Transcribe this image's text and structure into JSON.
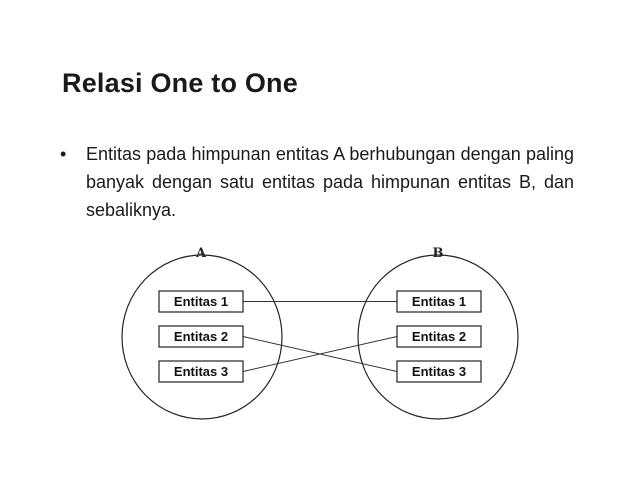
{
  "slide": {
    "title": "Relasi One to One",
    "bullet_symbol": "•",
    "bullet_text": "Entitas pada himpunan entitas A berhubungan dengan paling banyak dengan satu entitas pada himpunan entitas B, dan sebaliknya."
  },
  "diagram": {
    "set_a": {
      "label": "A",
      "entities": [
        "Entitas 1",
        "Entitas 2",
        "Entitas 3"
      ]
    },
    "set_b": {
      "label": "B",
      "entities": [
        "Entitas 1",
        "Entitas 2",
        "Entitas 3"
      ]
    },
    "relations": [
      {
        "from": 0,
        "to": 0
      },
      {
        "from": 1,
        "to": 2
      },
      {
        "from": 2,
        "to": 1
      }
    ]
  }
}
